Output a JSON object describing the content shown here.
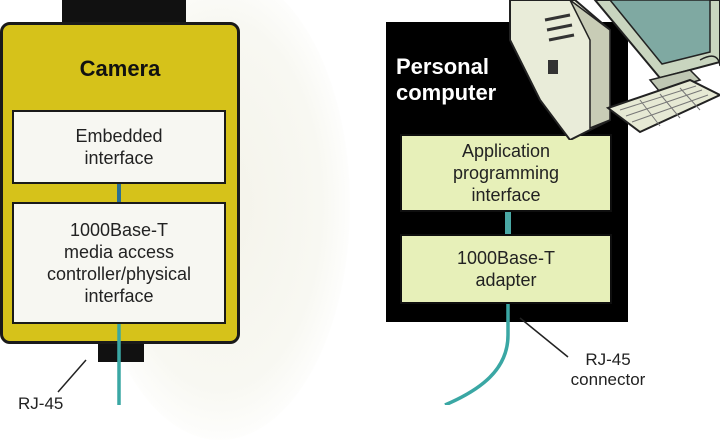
{
  "camera": {
    "title": "Camera",
    "embedded_interface": "Embedded\ninterface",
    "mac_phy": "1000Base-T\nmedia access\ncontroller/physical\ninterface",
    "connector_label": "RJ-45"
  },
  "pc": {
    "title": "Personal\ncomputer",
    "api": "Application\nprogramming\ninterface",
    "adapter": "1000Base-T\nadapter",
    "connector_label": "RJ-45\nconnector"
  },
  "colors": {
    "camera_body": "#d6c21a",
    "pc_body": "#000000",
    "box_fill_camera": "#f7f7f2",
    "box_fill_pc": "#e7f0b9",
    "cable": "#3aa7a4"
  },
  "icons": [
    "desktop-computer-icon"
  ]
}
